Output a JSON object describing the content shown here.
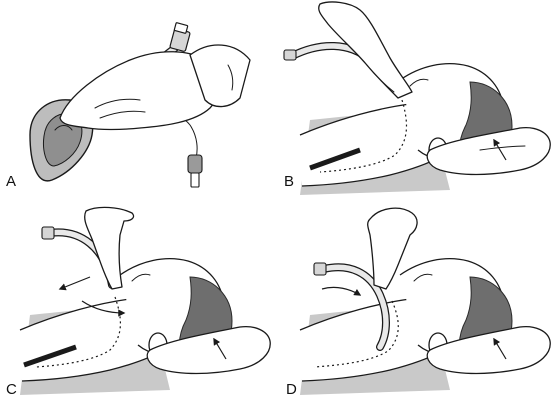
{
  "panels": [
    {
      "letter": "A"
    },
    {
      "letter": "B"
    },
    {
      "letter": "C"
    },
    {
      "letter": "D"
    }
  ]
}
